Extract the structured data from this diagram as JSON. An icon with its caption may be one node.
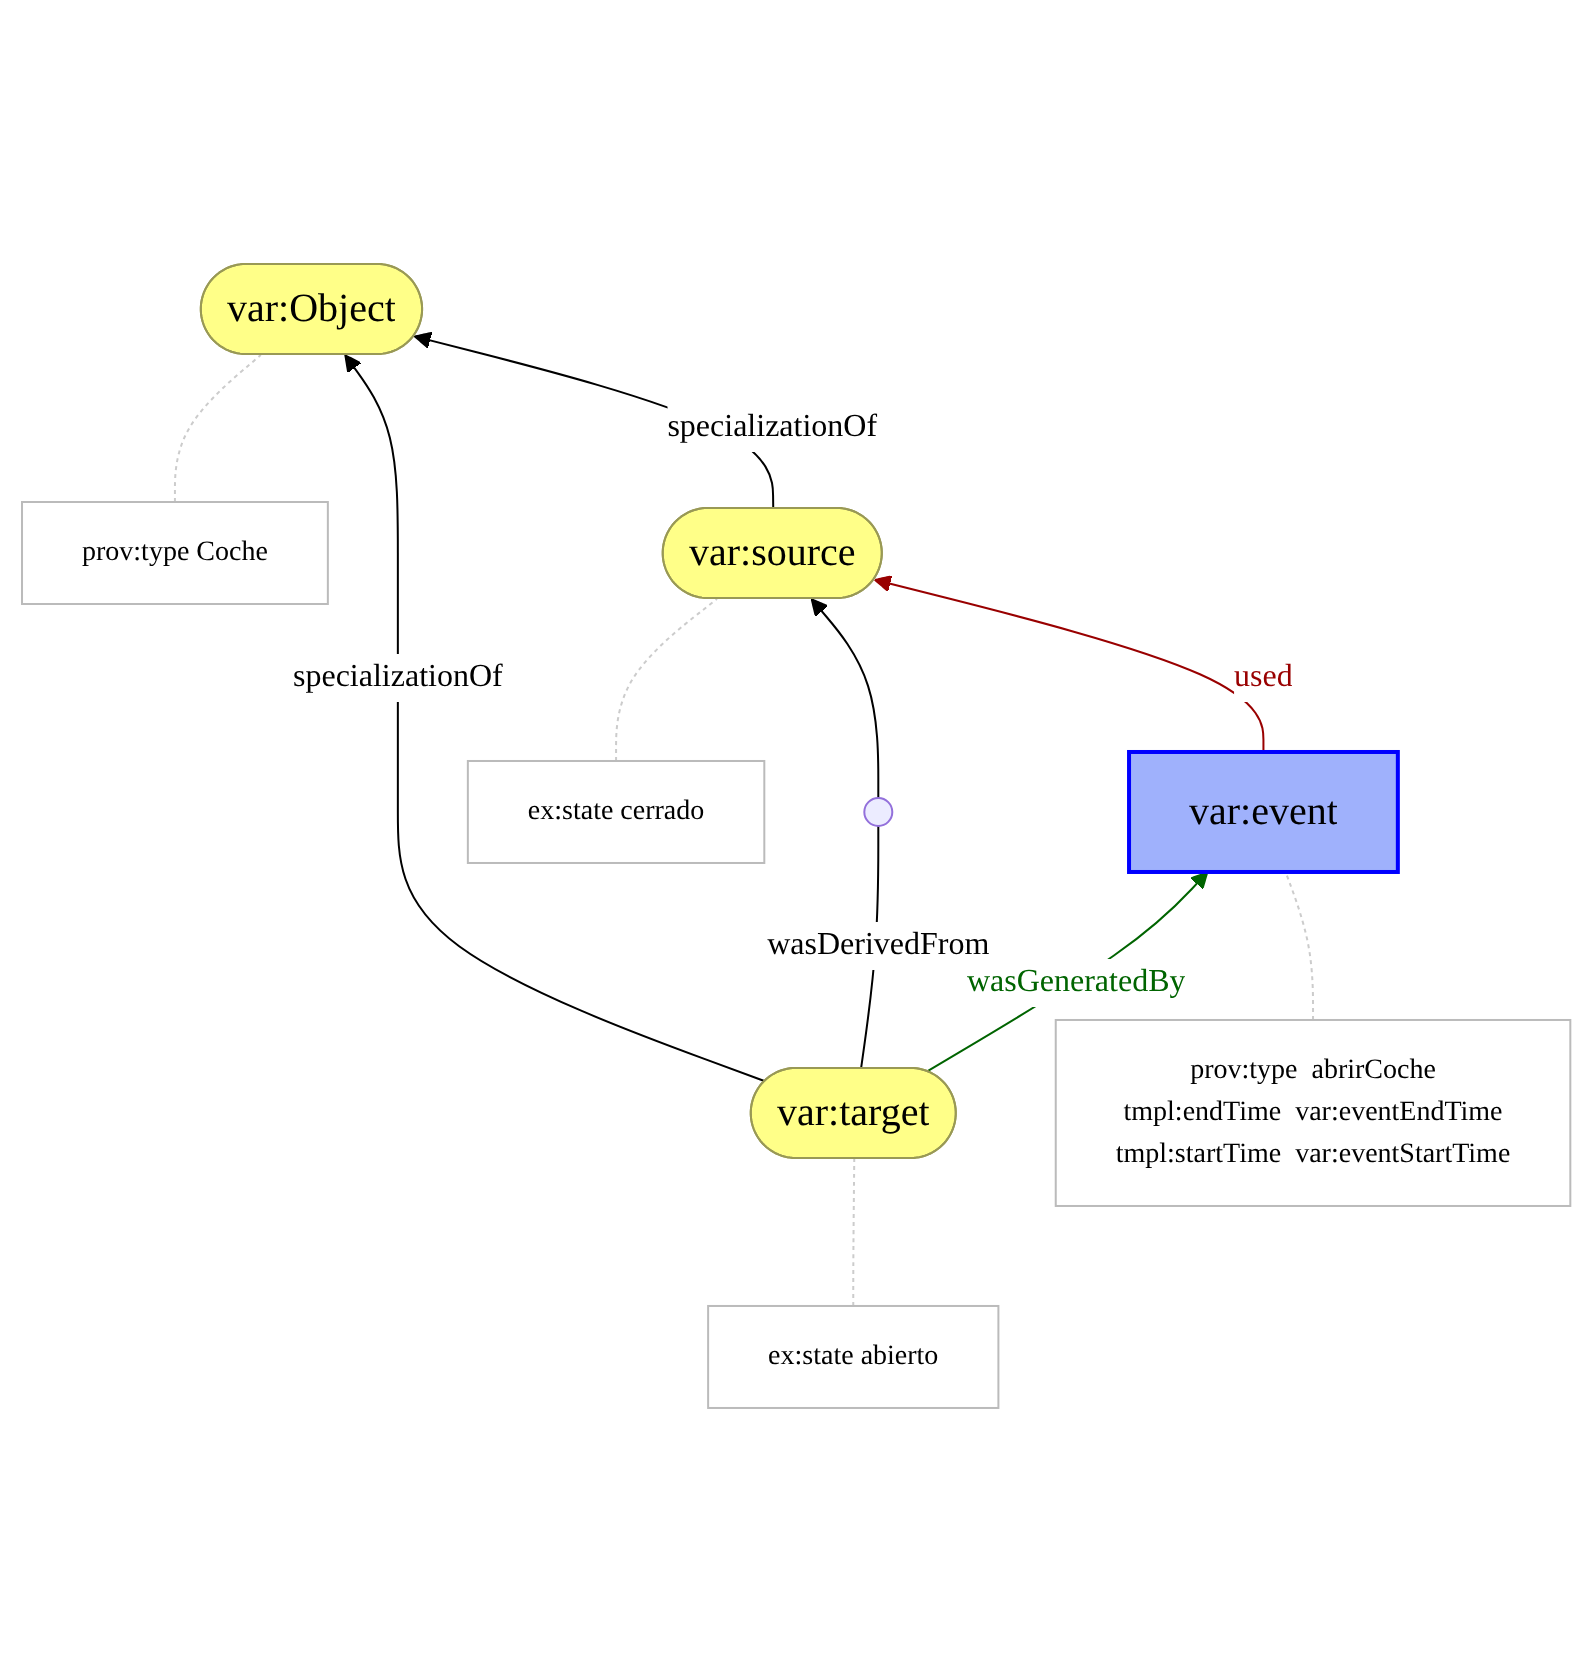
{
  "diagram": {
    "nodes": [
      {
        "text": [
          "var:Object"
        ]
      },
      {
        "text": [
          "prov:type Coche"
        ]
      },
      {
        "text": [
          "var:source"
        ]
      },
      {
        "text": [
          "var:event"
        ]
      },
      {
        "text": [
          "ex:state cerrado"
        ]
      },
      {
        "text": [],
        "shape": "circle"
      },
      {
        "text": [
          "var:target"
        ]
      },
      {
        "text": [
          "prov:type",
          "abrirCoche",
          "tmpl:endTime",
          "var:eventEndTime",
          "tmpl:startTime",
          "var:eventStartTime"
        ]
      },
      {
        "text": [
          "ex:state abierto"
        ]
      }
    ],
    "edges": [
      {
        "from": 1,
        "to": 0,
        "arrow": "none",
        "style": "dashed",
        "color": "#cccccc"
      },
      {
        "from": 2,
        "to": 0,
        "arrow": "to",
        "label": "specializationOf",
        "color": "#000000"
      },
      {
        "from": 6,
        "to": 0,
        "arrow": "to",
        "label": "specializationOf",
        "color": "#000000"
      },
      {
        "from": 4,
        "to": 2,
        "arrow": "none",
        "style": "dashed",
        "color": "#cccccc"
      },
      {
        "from": 3,
        "to": 2,
        "arrow": "to",
        "label": "used",
        "color": "#990000"
      },
      {
        "from": 6,
        "to": 5,
        "arrow": "none",
        "label": "wasDerivedFrom",
        "color": "#000000"
      },
      {
        "from": 5,
        "to": 2,
        "arrow": "to",
        "color": "#000000"
      },
      {
        "from": 6,
        "to": 3,
        "arrow": "to",
        "label": "wasGeneratedBy",
        "color": "#006400"
      },
      {
        "from": 7,
        "to": 3,
        "arrow": "none",
        "style": "dashed",
        "color": "#cccccc"
      },
      {
        "from": 8,
        "to": 6,
        "arrow": "none",
        "style": "dashed",
        "color": "#cccccc"
      }
    ]
  }
}
